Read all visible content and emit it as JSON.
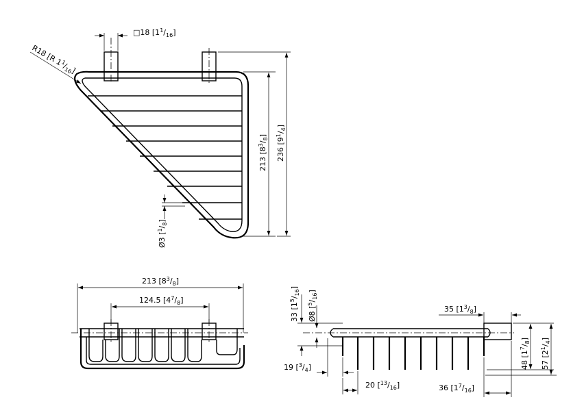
{
  "top_view": {
    "post_dim": {
      "prefix": "□18 [1",
      "num": "1",
      "den": "16",
      "close": "]"
    },
    "radius_dim": {
      "prefix": "R18 [R 1",
      "num": "1",
      "den": "16",
      "close": "]"
    },
    "width_dim": {
      "prefix": "213 [8",
      "num": "3",
      "den": "8",
      "close": "]"
    },
    "height_dim": {
      "prefix": "236 [9",
      "num": "1",
      "den": "4",
      "close": "]"
    },
    "wire_dim": {
      "prefix": "Ø3 [",
      "num": "1",
      "den": "8",
      "close": "]"
    }
  },
  "front_view": {
    "overall_dim": {
      "prefix": "213 [8",
      "num": "3",
      "den": "8",
      "close": "]"
    },
    "spacing_dim": {
      "prefix": "124.5 [4",
      "num": "7",
      "den": "8",
      "close": "]"
    }
  },
  "side_view": {
    "top_height_dim": {
      "prefix": "33 [1",
      "num": "5",
      "den": "16",
      "close": "]"
    },
    "rod_dim": {
      "prefix": "Ø8 [",
      "num": "5",
      "den": "16",
      "close": "]"
    },
    "post_offset_dim": {
      "prefix": "35 [1",
      "num": "3",
      "den": "8",
      "close": "]"
    },
    "mid_height_dim": {
      "prefix": "48 [1",
      "num": "7",
      "den": "8",
      "close": "]"
    },
    "total_height_dim": {
      "prefix": "57 [2",
      "num": "1",
      "den": "4",
      "close": "]"
    },
    "first_gap_dim": {
      "prefix": "19 [",
      "num": "3",
      "den": "4",
      "close": "]"
    },
    "pitch_dim": {
      "prefix": "20 [",
      "num": "13",
      "den": "16",
      "close": "]"
    },
    "end_dim": {
      "prefix": "36 [1",
      "num": "7",
      "den": "16",
      "close": "]"
    }
  }
}
